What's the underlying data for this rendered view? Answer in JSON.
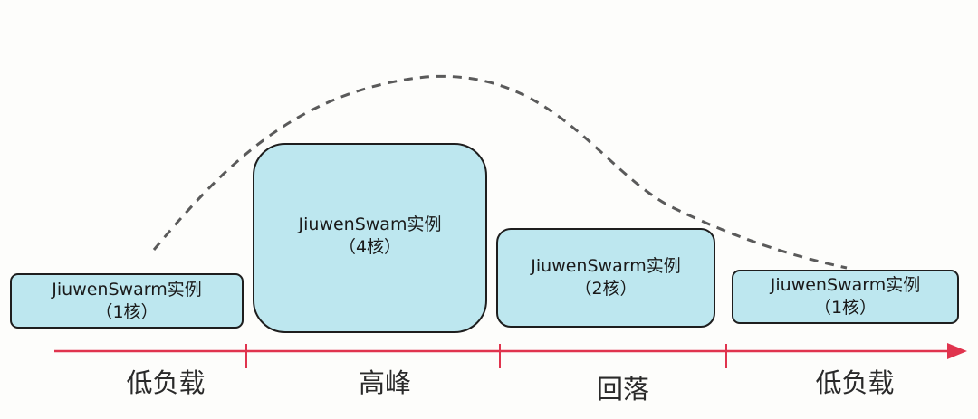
{
  "colors": {
    "box_fill": "#bde7ef",
    "box_border": "#1e1e1e",
    "axis": "#e0344e",
    "curve": "#5a5a5a"
  },
  "instances": [
    {
      "name": "JiuwenSwarm实例",
      "cores": "（1核）"
    },
    {
      "name": "JiuwenSwam实例",
      "cores": "（4核）"
    },
    {
      "name": "JiuwenSwarm实例",
      "cores": "（2核）"
    },
    {
      "name": "JiuwenSwarm实例",
      "cores": "（1核）"
    }
  ],
  "phases": [
    "低负载",
    "高峰",
    "回落",
    "低负载"
  ]
}
